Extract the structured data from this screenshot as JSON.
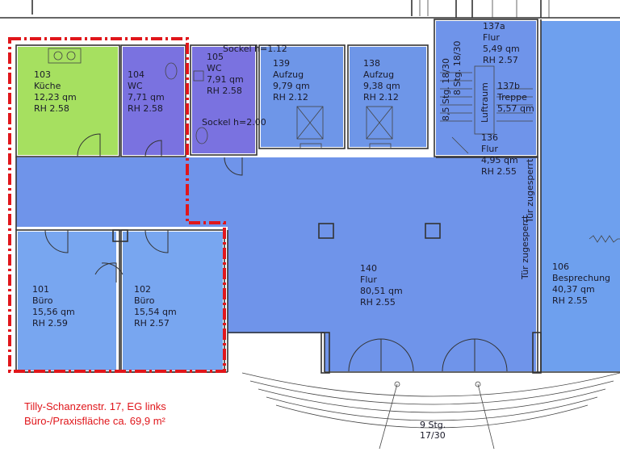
{
  "colors": {
    "kitchen": "#a6e060",
    "wc": "#7a72e0",
    "elevator": "#6e96e8",
    "corridor": "#6f94ea",
    "office": "#78a6f0",
    "meeting": "#6ea0ee",
    "outline": "#e0161b"
  },
  "rooms": [
    {
      "id": "103",
      "name": "Küche",
      "area": "12,23 qm",
      "height": "RH 2.58"
    },
    {
      "id": "104",
      "name": "WC",
      "area": "7,71 qm",
      "height": "RH 2.58"
    },
    {
      "id": "105",
      "name": "WC",
      "area": "7,91 qm",
      "height": "RH 2.58"
    },
    {
      "id": "139",
      "name": "Aufzug",
      "area": "9,79 qm",
      "height": "RH 2.12"
    },
    {
      "id": "138",
      "name": "Aufzug",
      "area": "9,38 qm",
      "height": "RH 2.12"
    },
    {
      "id": "137a",
      "name": "Flur",
      "area": "5,49 qm",
      "height": "RH 2.57"
    },
    {
      "id": "137b",
      "name": "Treppe",
      "area": "5,57 qm",
      "height": ""
    },
    {
      "id": "136",
      "name": "Flur",
      "area": "4,95 qm",
      "height": "RH 2.55"
    },
    {
      "id": "140",
      "name": "Flur",
      "area": "80,51 qm",
      "height": "RH 2.55"
    },
    {
      "id": "101",
      "name": "Büro",
      "area": "15,56 qm",
      "height": "RH 2.59"
    },
    {
      "id": "102",
      "name": "Büro",
      "area": "15,54 qm",
      "height": "RH 2.57"
    },
    {
      "id": "106",
      "name": "Besprechung",
      "area": "40,37 qm",
      "height": "RH 2.55"
    }
  ],
  "labels": {
    "luftraum": "Luftraum",
    "stairs_top": "8 Stg. 18/30",
    "stairs_left": "8,5 Stg. 18/30",
    "stairs_bottom_1": "9 Stg.",
    "stairs_bottom_2": "17/30",
    "door_note_1": "Tür zugesperrt",
    "door_note_2": "Tür zugesperrt",
    "sockel_1": "Sockel h=1.12",
    "sockel_2": "Sockel h=2.00"
  },
  "caption": {
    "line1": "Tilly-Schanzenstr. 17, EG links",
    "line2": "Büro-/Praxisfläche ca. 69,9 m²"
  }
}
